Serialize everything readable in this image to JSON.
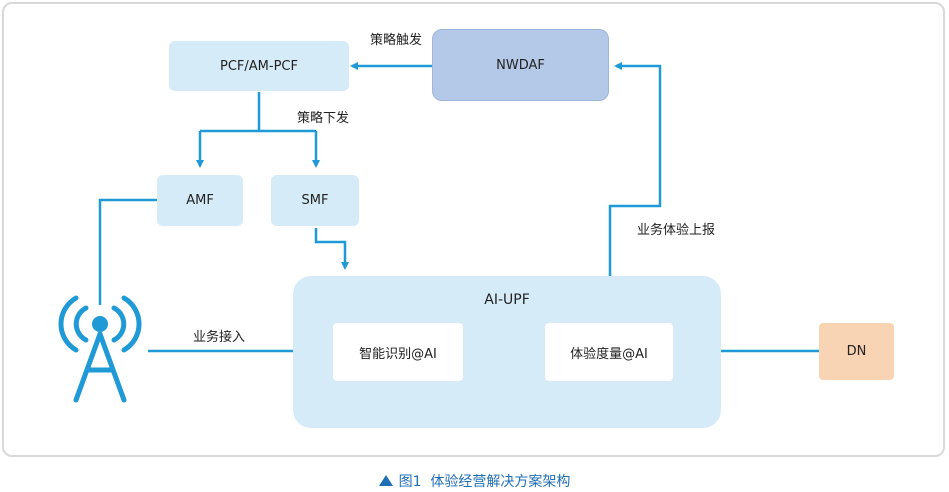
{
  "nodes": {
    "pcf": "PCF/AM-PCF",
    "nwdaf": "NWDAF",
    "amf": "AMF",
    "smf": "SMF",
    "upf": "AI-UPF",
    "smart_id": "智能识别@AI",
    "exp_measure": "体验度量@AI",
    "dn": "DN"
  },
  "labels": {
    "policy_trigger": "策略触发",
    "policy_issue": "策略下发",
    "service_report": "业务体验上报",
    "service_access": "业务接入"
  },
  "caption": {
    "text": "图1  体验经营解决方案架构"
  },
  "colors": {
    "line": "#1f9ad6",
    "light_box": "#d6ebf8",
    "nwdaf_box": "#b4c8e8",
    "dn_box": "#f9d4b4",
    "caption": "#1f6fb5"
  }
}
